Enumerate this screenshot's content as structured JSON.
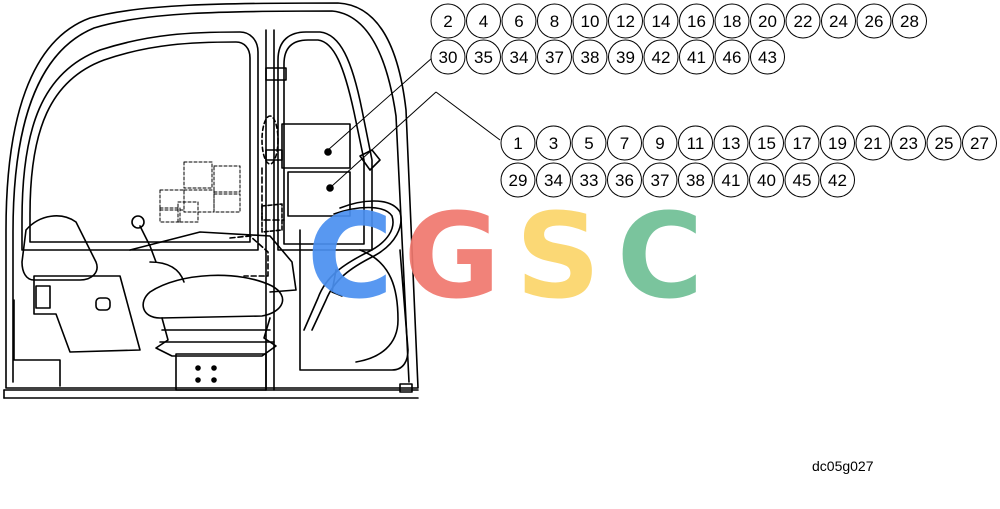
{
  "callouts": {
    "group_a": {
      "row1": [
        "2",
        "4",
        "6",
        "8",
        "10",
        "12",
        "14",
        "16",
        "18",
        "20",
        "22",
        "24",
        "26",
        "28"
      ],
      "row2": [
        "30",
        "35",
        "34",
        "37",
        "38",
        "39",
        "42",
        "41",
        "46",
        "43"
      ]
    },
    "group_b": {
      "row1": [
        "1",
        "3",
        "5",
        "7",
        "9",
        "11",
        "13",
        "15",
        "17",
        "19",
        "21",
        "23",
        "25",
        "27"
      ],
      "row2": [
        "29",
        "34",
        "33",
        "36",
        "37",
        "38",
        "41",
        "40",
        "45",
        "42"
      ]
    }
  },
  "watermark": {
    "letters": [
      "C",
      "G",
      "S",
      "C"
    ],
    "colors": [
      "#4a90f0",
      "#f0786e",
      "#fbd56a",
      "#6fbf95"
    ]
  },
  "drawing_code": "dc05g027"
}
